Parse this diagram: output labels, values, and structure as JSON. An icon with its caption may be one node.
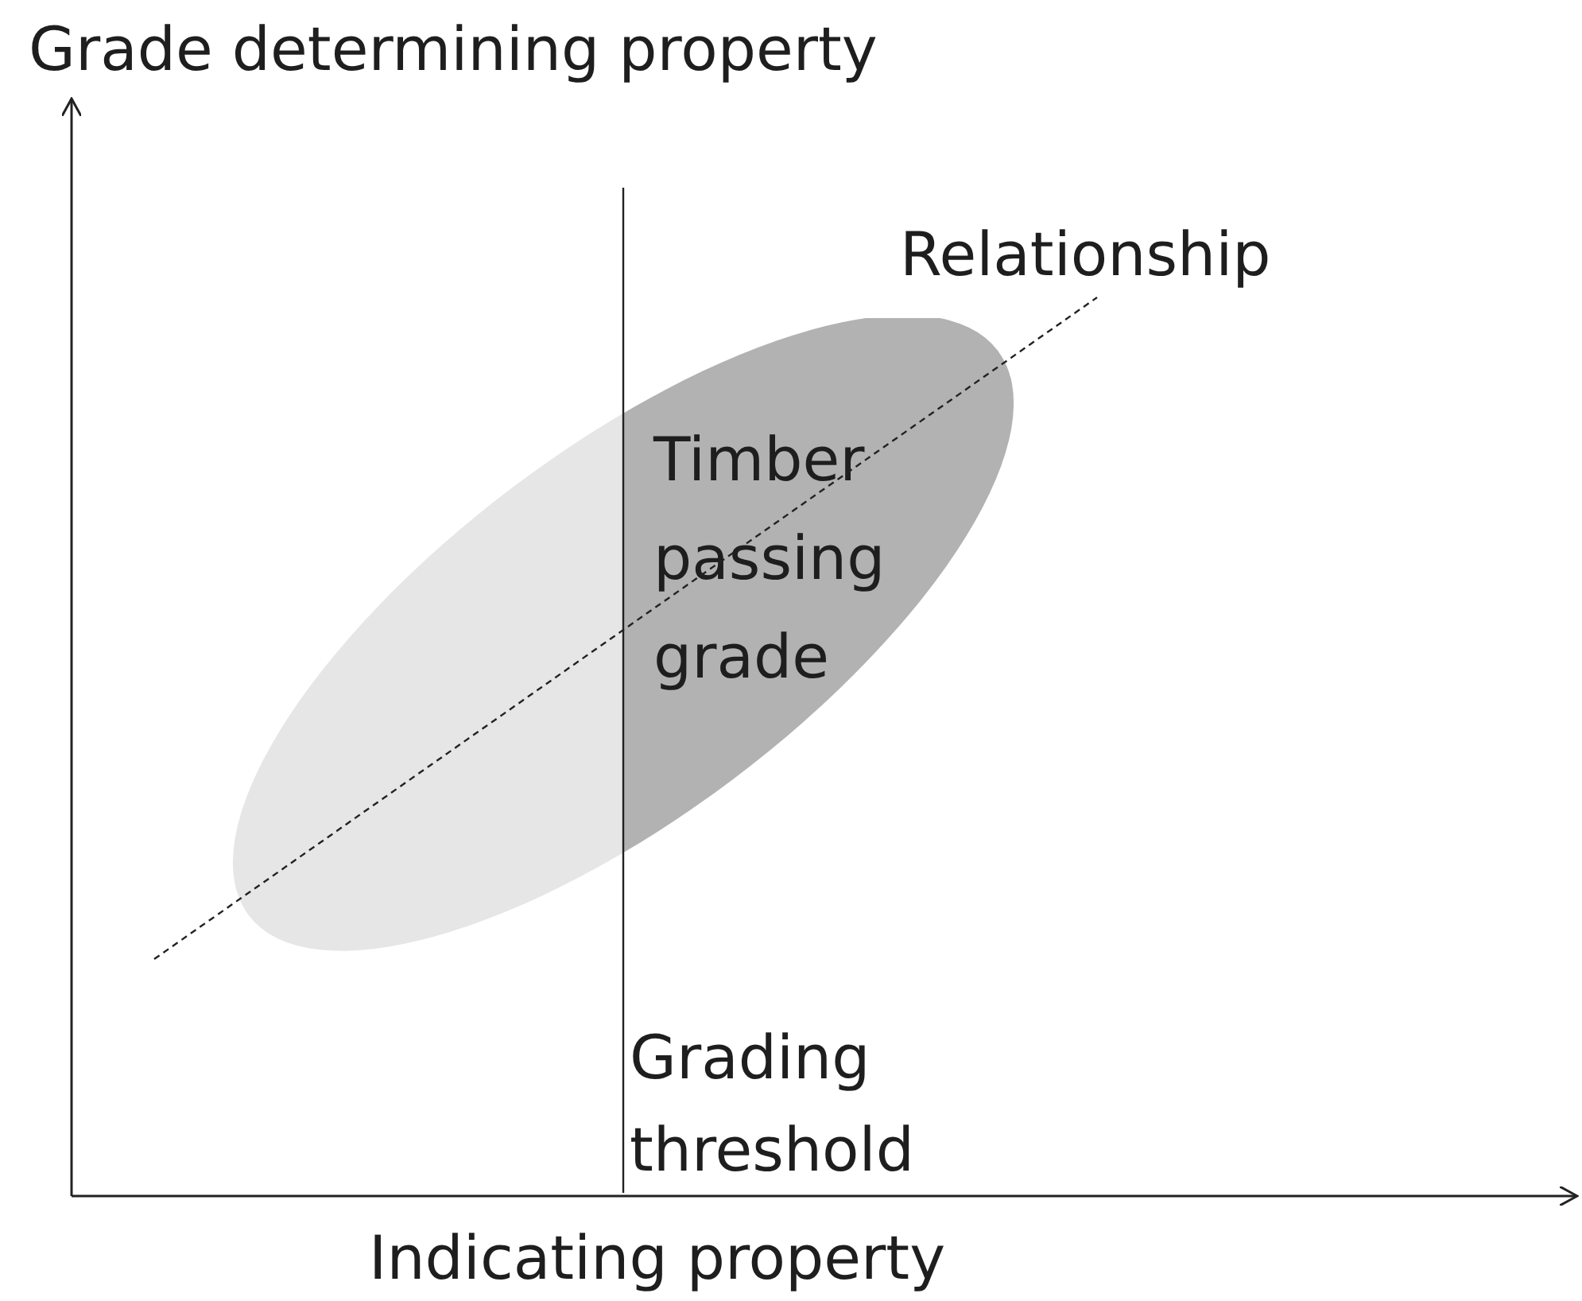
{
  "diagram": {
    "nodes": [
      {
        "text": [
          "Timber passing grade"
        ]
      }
    ],
    "labels": [
      "Grade determining property",
      "Relationship",
      "Grading threshold",
      "Indicating property"
    ]
  }
}
